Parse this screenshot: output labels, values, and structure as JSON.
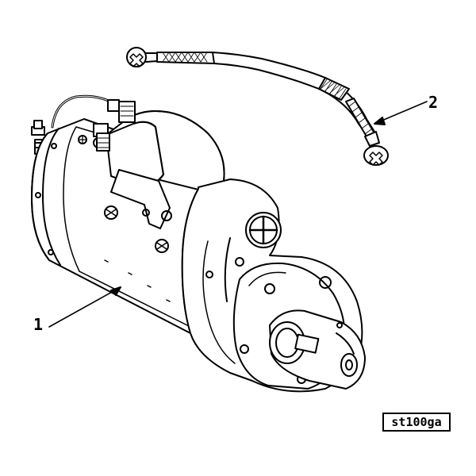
{
  "figure": {
    "subject": "starter-motor-with-ground-strap",
    "callouts": [
      {
        "label": "1",
        "part": "starter-motor"
      },
      {
        "label": "2",
        "part": "ground-strap"
      }
    ],
    "figure_id": "st100ga"
  }
}
